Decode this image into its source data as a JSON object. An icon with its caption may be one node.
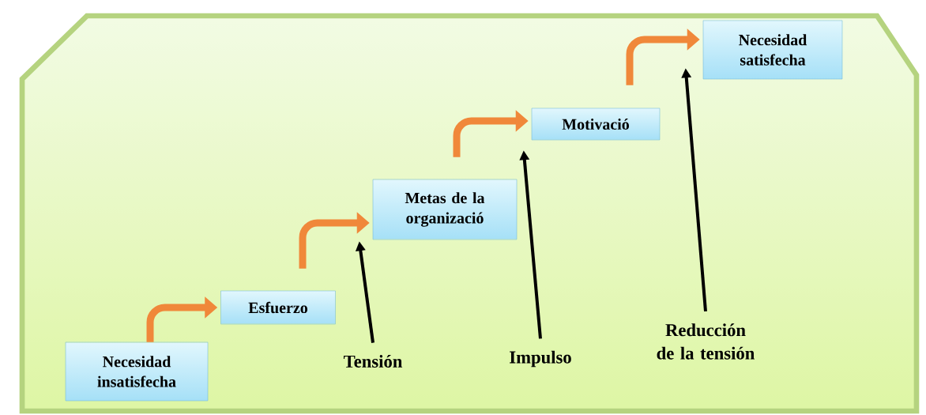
{
  "diagram": {
    "nodes": [
      {
        "text": [
          "Necesidad insatisfecha"
        ]
      },
      {
        "text": [
          "Esfuerzo"
        ]
      },
      {
        "text": [
          "Metas de la organizació"
        ]
      },
      {
        "text": [
          "Motivació"
        ]
      },
      {
        "text": [
          "Necesidad satisfecha"
        ]
      },
      {
        "text": [
          "Tensión"
        ]
      },
      {
        "text": [
          "Impulso"
        ]
      },
      {
        "text": [
          "Reducción de la tensión"
        ]
      }
    ],
    "edges": [
      {
        "from": 0,
        "to": 1,
        "arrow": "to"
      },
      {
        "from": 1,
        "to": 2,
        "arrow": "to"
      },
      {
        "from": 2,
        "to": 3,
        "arrow": "to"
      },
      {
        "from": 3,
        "to": 4,
        "arrow": "to"
      },
      {
        "from": 5,
        "to": 2,
        "arrow": "to",
        "color": "#000000"
      },
      {
        "from": 6,
        "to": 3,
        "arrow": "to",
        "color": "#000000"
      },
      {
        "from": 7,
        "to": 4,
        "arrow": "to",
        "color": "#000000"
      }
    ]
  }
}
